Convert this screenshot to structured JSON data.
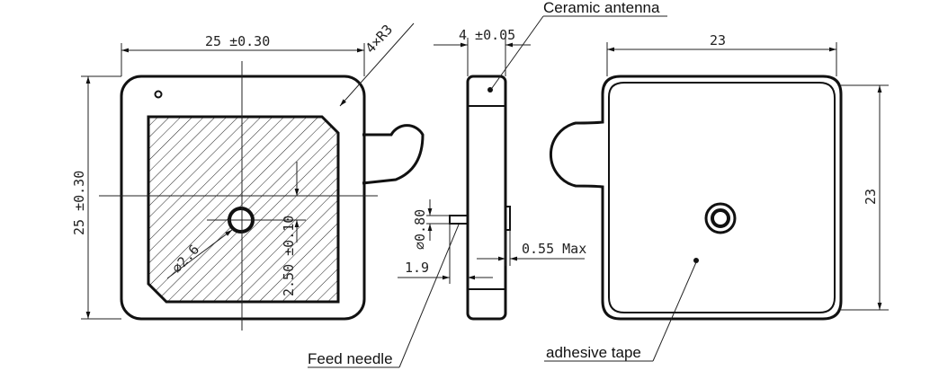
{
  "front_view": {
    "width_dim": "25 ±0.30",
    "height_dim": "25 ±0.30",
    "corner_radius": "4×R3",
    "hole_dia": "∅2.6",
    "feed_offset": "2.50 ±0.10"
  },
  "side_view": {
    "thickness": "4 ±0.05",
    "needle_dia": "∅0.80",
    "needle_length": "1.9",
    "tape_thickness": "0.55 Max"
  },
  "back_view": {
    "width_dim": "23",
    "height_dim": "23"
  },
  "labels": {
    "ceramic_antenna": "Ceramic antenna",
    "feed_needle": "Feed needle",
    "adhesive_tape": "adhesive tape"
  }
}
